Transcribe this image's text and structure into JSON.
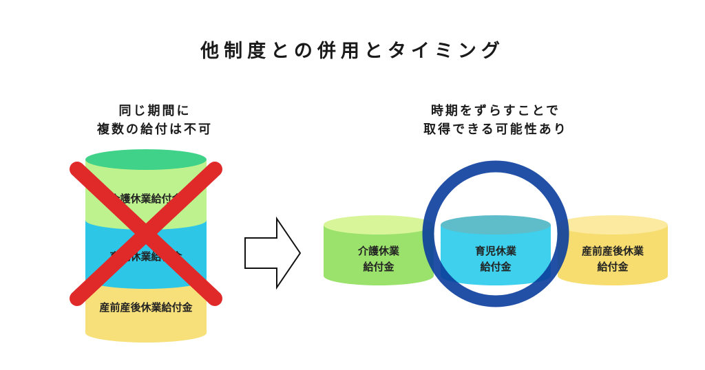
{
  "title": "他制度との併用とタイミング",
  "left_caption": {
    "line1": "同じ期間に",
    "line2": "複数の給付は不可"
  },
  "right_caption": {
    "line1": "時期をずらすことで",
    "line2": "取得できる可能性あり"
  },
  "stack": {
    "top": "介護休業給付金",
    "middle": "育児休業給付金",
    "bottom": "産前産後休業給付金"
  },
  "row": {
    "left": {
      "line1": "介護休業",
      "line2": "給付金"
    },
    "center": {
      "line1": "育児休業",
      "line2": "給付金"
    },
    "right": {
      "line1": "産前産後休業",
      "line2": "給付金"
    }
  },
  "colors": {
    "nursing": "#b9f08a",
    "childcare": "#2ec6e6",
    "maternity": "#f7e07a",
    "cross": "#e02a2a",
    "ring": "#0a3d9c"
  }
}
